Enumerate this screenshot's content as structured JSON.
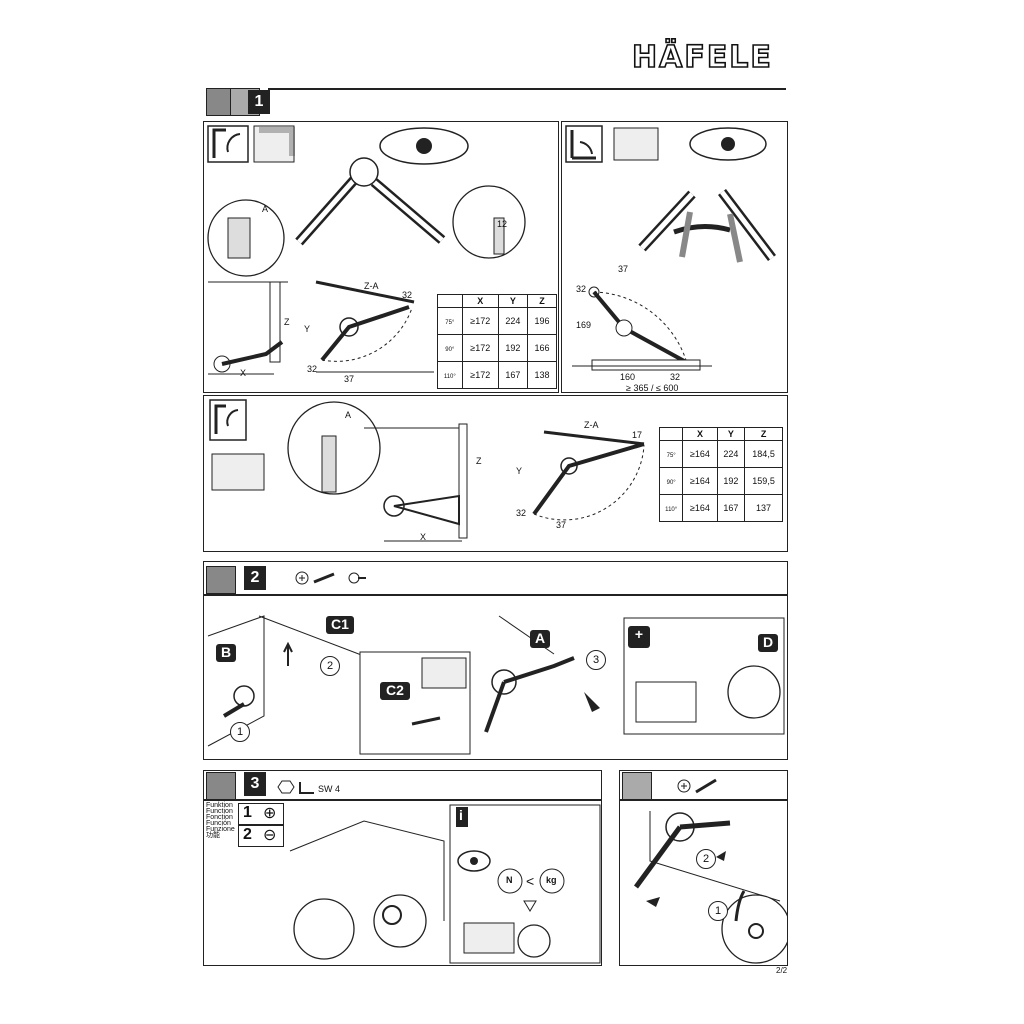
{
  "brand": {
    "logo_text": "HÄFELE"
  },
  "steps": {
    "step1": "1",
    "step2": "2",
    "step3": "3"
  },
  "panel1": {
    "labels": {
      "a": "A",
      "za": "Z-A",
      "x": "X",
      "y": "Y",
      "z": "Z",
      "d32": "32",
      "d37": "37",
      "d12": "12"
    },
    "table": {
      "headers": [
        "X",
        "Y",
        "Z"
      ],
      "rows": [
        {
          "angle": "75°",
          "x": "≥172",
          "y": "224",
          "z": "196"
        },
        {
          "angle": "90°",
          "x": "≥172",
          "y": "192",
          "z": "166"
        },
        {
          "angle": "110°",
          "x": "≥172",
          "y": "167",
          "z": "138"
        }
      ]
    }
  },
  "panel2": {
    "labels": {
      "d37": "37",
      "d32a": "32",
      "d169": "169",
      "d160": "160",
      "d32b": "32",
      "range": "≥ 365 / ≤ 600"
    }
  },
  "panel3": {
    "labels": {
      "a": "A",
      "za": "Z-A",
      "x": "X",
      "y": "Y",
      "z": "Z",
      "d17": "17",
      "d32": "32",
      "d37": "37"
    },
    "table": {
      "headers": [
        "X",
        "Y",
        "Z"
      ],
      "rows": [
        {
          "angle": "75°",
          "x": "≥164",
          "y": "224",
          "z": "184,5"
        },
        {
          "angle": "90°",
          "x": "≥164",
          "y": "192",
          "z": "159,5"
        },
        {
          "angle": "110°",
          "x": "≥164",
          "y": "167",
          "z": "137"
        }
      ]
    }
  },
  "mount": {
    "b": "B",
    "c1": "C1",
    "c2": "C2",
    "a": "A",
    "d": "D",
    "plus": "+",
    "n1": "1",
    "n2": "2",
    "n3": "3"
  },
  "adjust": {
    "sw": "SW 4",
    "function_words": [
      "Funktion",
      "Function",
      "Fonction",
      "Función",
      "Funzione",
      "功能"
    ],
    "row1_num": "1",
    "row1_sign": "⊕",
    "row2_num": "2",
    "row2_sign": "⊖",
    "info": "i",
    "n_label": "N",
    "kg_label": "kg",
    "lt": "<"
  },
  "remove": {
    "n1": "1",
    "n2": "2"
  },
  "page": "2/2"
}
